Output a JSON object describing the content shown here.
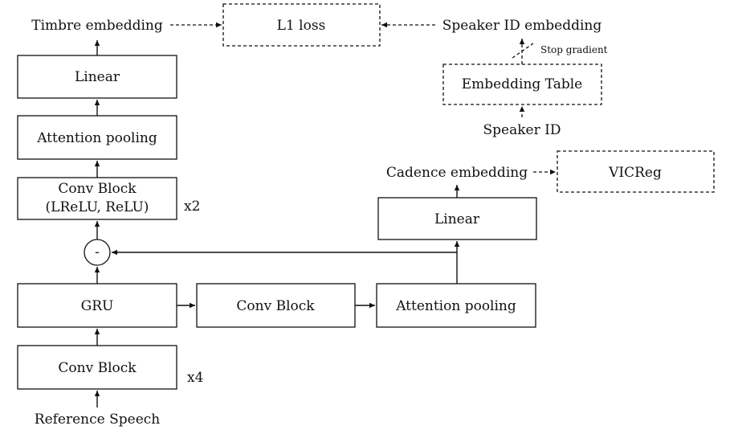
{
  "diagram": {
    "labels": {
      "timbre_embedding": "Timbre embedding",
      "l1_loss": "L1 loss",
      "speaker_id_embedding": "Speaker ID embedding",
      "stop_gradient": "Stop gradient",
      "embedding_table": "Embedding Table",
      "speaker_id": "Speaker ID",
      "linear_left": "Linear",
      "attention_pooling_left": "Attention pooling",
      "conv_block_top_line1": "Conv Block",
      "conv_block_top_line2": "(LReLU, ReLU)",
      "repeat_x2": "x2",
      "cadence_embedding": "Cadence embedding",
      "vicreg": "VICReg",
      "linear_right": "Linear",
      "subtract_symbol": "-",
      "gru": "GRU",
      "conv_block_middle": "Conv Block",
      "attention_pooling_right": "Attention pooling",
      "conv_block_bottom": "Conv Block",
      "repeat_x4": "x4",
      "reference_speech": "Reference Speech"
    }
  }
}
